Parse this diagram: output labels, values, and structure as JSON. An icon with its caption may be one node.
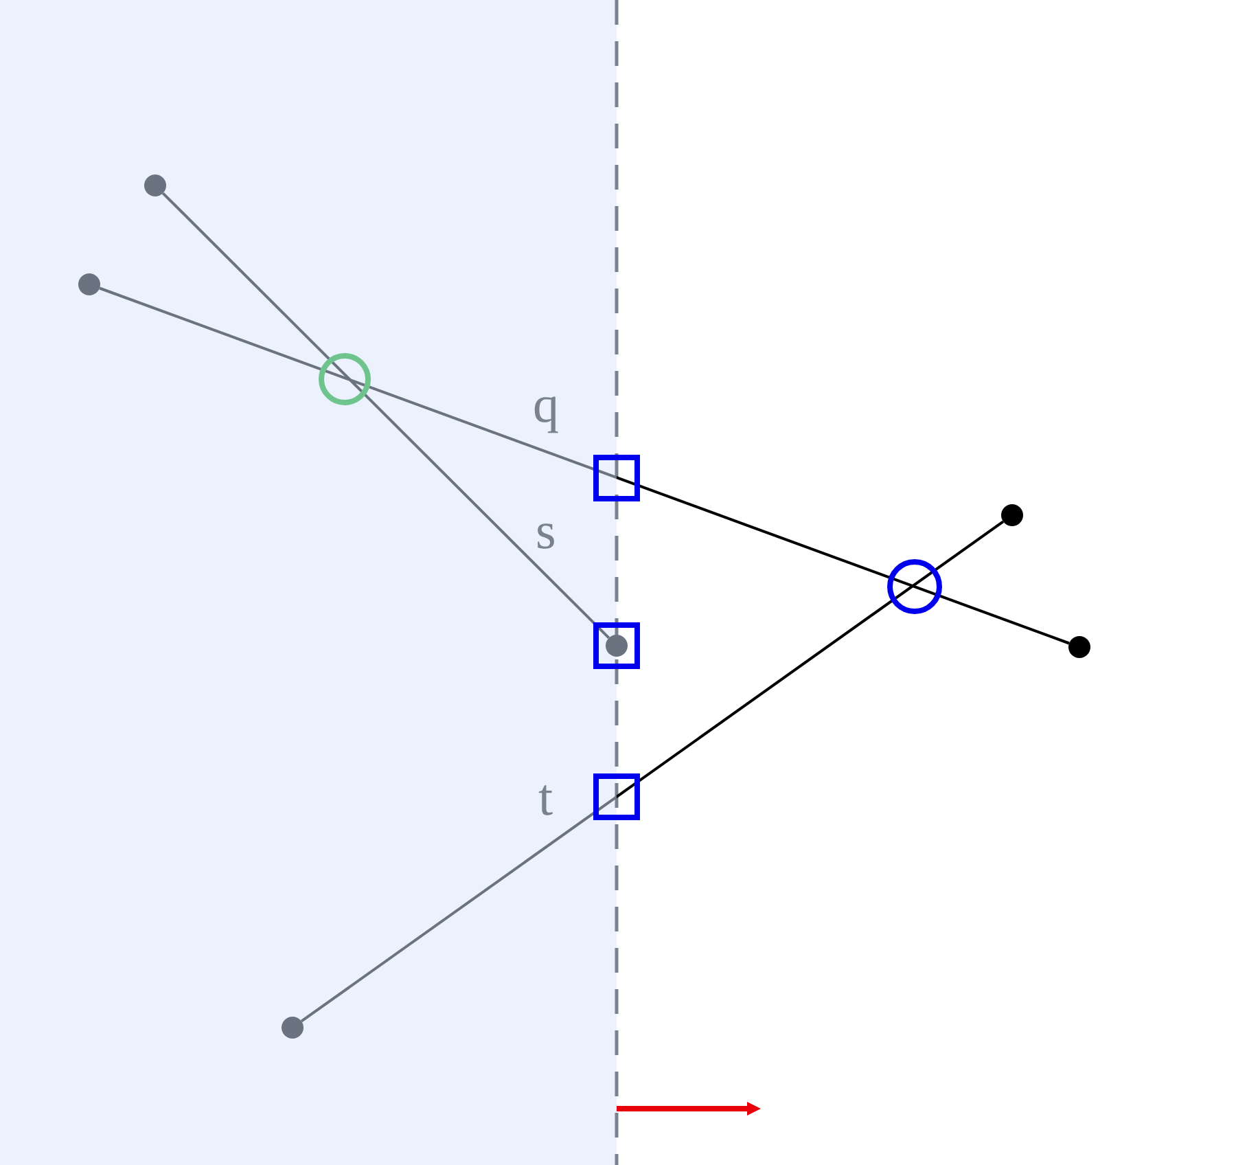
{
  "diagram": {
    "nodes": [
      {
        "text": [],
        "shape": "circle"
      },
      {
        "text": [],
        "shape": "circle"
      },
      {
        "text": [],
        "shape": "circle"
      },
      {
        "text": [],
        "shape": "circle"
      },
      {
        "text": [],
        "shape": "circle"
      },
      {
        "text": [],
        "shape": "circle"
      }
    ],
    "edges": [
      {
        "from": 1,
        "to": 4,
        "arrow": "none",
        "label": "q"
      },
      {
        "from": 0,
        "to": 3,
        "arrow": "none",
        "label": "s"
      },
      {
        "from": 5,
        "to": 2,
        "arrow": "none",
        "label": "t"
      }
    ]
  }
}
